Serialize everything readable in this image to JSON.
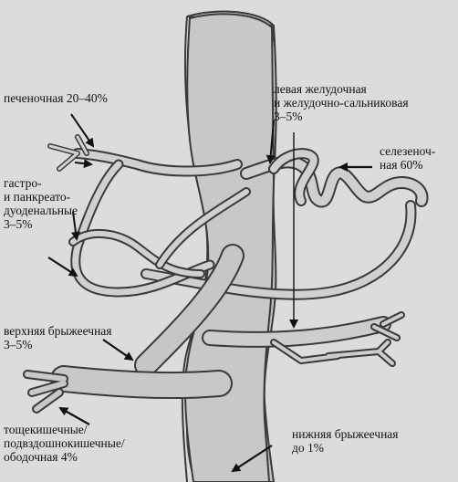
{
  "labels": {
    "hepatic": "печеночная 20–40%",
    "left_gastric": [
      "левая желудочная",
      "и желудочно-сальниковая",
      "3–5%"
    ],
    "splenic": [
      "селезеноч-",
      "ная 60%"
    ],
    "gastroduodenal": [
      "гастро-",
      "и панкреато-",
      "дуоденальные",
      "3–5%"
    ],
    "superior_mesenteric": [
      "верхняя брыжеечная",
      "3–5%"
    ],
    "jejunal": [
      "тощекишечные/",
      "подвздошнокишечные/",
      "ободочная 4%"
    ],
    "inferior_mesenteric": [
      "нижняя брыжеечная",
      "до 1%"
    ]
  },
  "colors": {
    "background": "#dcdcdc",
    "vessel_fill": "#c4c4c4",
    "vessel_light": "#d2d2d2",
    "vessel_stroke": "#3a3a3a",
    "arrow": "#111111"
  }
}
